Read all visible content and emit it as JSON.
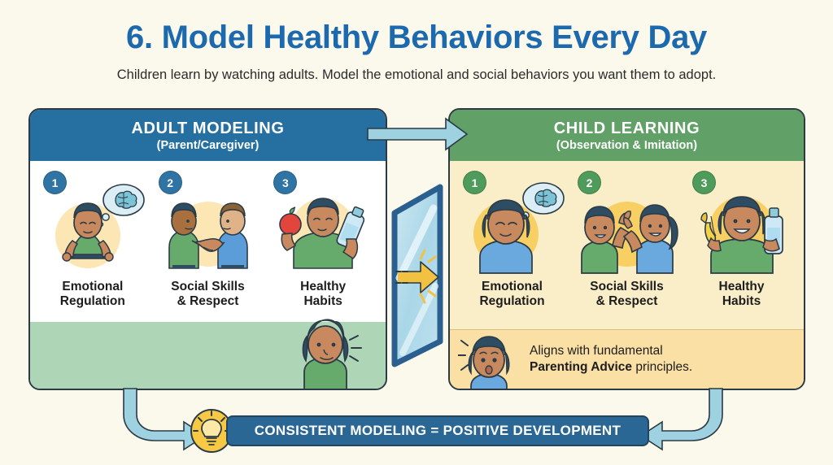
{
  "header": {
    "title": "6. Model Healthy Behaviors Every Day",
    "subtitle": "Children learn by watching adults. Model the emotional and social behaviors you want them to adopt.",
    "title_color": "#1c69ad"
  },
  "panels": {
    "left": {
      "heading": "ADULT MODELING",
      "subheading": "(Parent/Caregiver)",
      "header_color": "#2570a0",
      "body_color": "#ffffff",
      "band_color": "#aed6b6",
      "cells": [
        {
          "number": "1",
          "label_line1": "Emotional",
          "label_line2": "Regulation",
          "icon": "meditating-adult-with-brain-thought-icon"
        },
        {
          "number": "2",
          "label_line1": "Social Skills",
          "label_line2": "& Respect",
          "icon": "handshake-adults-icon"
        },
        {
          "number": "3",
          "label_line1": "Healthy",
          "label_line2": "Habits",
          "icon": "adult-apple-and-water-bottle-icon"
        }
      ]
    },
    "right": {
      "heading": "CHILD LEARNING",
      "subheading": "(Observation & Imitation)",
      "header_color": "#61a066",
      "body_color": "#faeec9",
      "band_color": "#fae0a4",
      "cells": [
        {
          "number": "1",
          "label_line1": "Emotional",
          "label_line2": "Regulation",
          "icon": "calm-child-with-brain-thought-icon"
        },
        {
          "number": "2",
          "label_line1": "Social Skills",
          "label_line2": "& Respect",
          "icon": "children-high-five-icon"
        },
        {
          "number": "3",
          "label_line1": "Healthy",
          "label_line2": "Habits",
          "icon": "child-banana-and-water-bottle-icon"
        }
      ],
      "note": {
        "line1": "Aligns with fundamental",
        "bold": "Parenting Advice",
        "line2_tail": " principles."
      }
    }
  },
  "connectors": {
    "top_arrow": "adult-to-child-arrow",
    "mirror": "mirror-glass-panel-with-reflection-arrow",
    "mirror_arrow_color": "#f2c141",
    "arrow_color": "#8ecbdb",
    "left_connector": "left-panel-to-banner-arrow",
    "right_connector": "right-panel-to-banner-arrow"
  },
  "banner": {
    "text": "CONSISTENT MODELING = POSITIVE DEVELOPMENT",
    "background": "#2b6795",
    "icon": "lightbulb-icon",
    "icon_color": "#f6c844"
  },
  "background_color": "#fbf8ec"
}
